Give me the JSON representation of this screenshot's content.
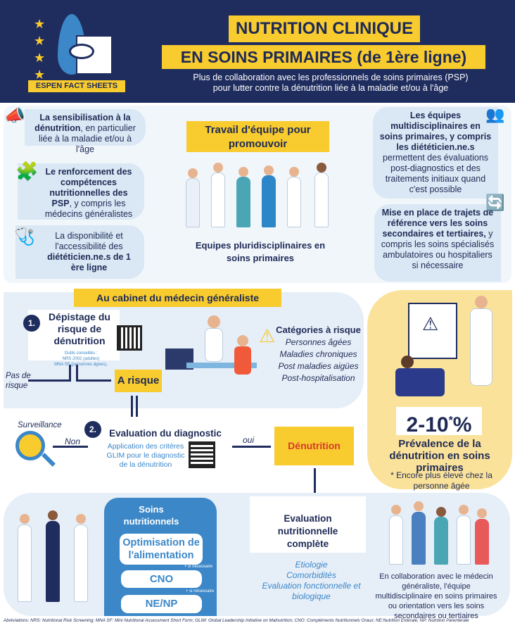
{
  "header": {
    "logo_text": "ESPEN FACT SHEETS",
    "title_line1": "NUTRITION CLINIQUE",
    "title_line2": "EN SOINS PRIMAIRES (de 1ère ligne)",
    "subtitle_line1": "Plus de collaboration avec les professionnels de soins primaires (PSP)",
    "subtitle_line2": "pour lutter contre la dénutrition liée à la maladie et/ou à l'âge"
  },
  "teamwork": {
    "title": "Travail d'équipe pour promouvoir",
    "caption": "Equipes pluridisciplinaires en soins primaires",
    "left": [
      {
        "bold": "La sensibilisation à la dénutrition",
        "text": ", en particulier liée à la maladie et/ou à l'âge"
      },
      {
        "bold": "Le renforcement des compétences nutritionnelles des PSP",
        "text": ", y compris les médecins généralistes"
      },
      {
        "text": "La disponibilité et l'accessibilité des ",
        "bold": "diététicien.ne.s de 1 ère ligne"
      }
    ],
    "right": [
      {
        "bold": "Les équipes multidisciplinaires en soins primaires, y compris les diététicien.ne.s",
        "text": " permettent des évaluations post-diagnostics et des traitements initiaux quand c'est possible"
      },
      {
        "bold": "Mise en place de trajets de référence vers les soins secondaires et tertiaires,",
        "text": " y compris les soins spécialisés ambulatoires ou hospitaliers si nécessaire"
      }
    ]
  },
  "gp": {
    "title": "Au cabinet du médecin généraliste",
    "step1_number": "1.",
    "step1_title": "Dépistage du risque de dénutrition",
    "step1_tools": [
      "Outils conseillés :",
      "NRS 2002 (adultes)",
      "MNA SF (personnes âgées),"
    ],
    "no_risk": "Pas de risque",
    "at_risk": "A risque",
    "risk_categories_title": "Catégories à risque",
    "risk_categories": [
      "Personnes âgées",
      "Maladies chroniques",
      "Post maladies aigües",
      "Post-hospitalisation"
    ],
    "surveillance": "Surveillance",
    "non": "Non",
    "oui": "oui",
    "step2_number": "2.",
    "step2_title": "Evaluation du diagnostic",
    "step2_text": "Application des critères GLIM pour le diagnostic de la dénutrition",
    "denutrition": "Dénutrition"
  },
  "prevalence": {
    "value": "2-10",
    "star": "*",
    "unit": "%",
    "label": "Prévalence de la dénutrition en soins primaires",
    "note": "* Encore plus élevé chez la personne âgée"
  },
  "care": {
    "title": "Soins nutritionnels",
    "items": [
      "Optimisation de l'alimentation",
      "CNO",
      "NE/NP"
    ],
    "if_needed": "+ si nécessaire",
    "evaluation_title": "Evaluation nutritionnelle complète",
    "evaluation_items": [
      "Etiologie",
      "Comorbidités",
      "Evaluation fonctionnelle et biologique"
    ],
    "collaboration": "En collaboration avec le médecin généraliste, l'équipe multidisciplinaire en soins primaires ou orientation vers les soins secondaires ou tertiaires"
  },
  "footer": "Abréviations: NRS: Nutritional Risk Screening; MNA SF: Mini Nutritional Assessment Short Form; GLIM: Global Leadership Initiative on Malnutrition; CNO: Compléments Nutritionnels Oraux; NE:Nutrition Entérale; NP: Nutrition Parentérale",
  "colors": {
    "navy": "#1f2c5e",
    "yellow": "#f8cb2e",
    "blue": "#3b87c8",
    "light": "#e6eef8"
  }
}
